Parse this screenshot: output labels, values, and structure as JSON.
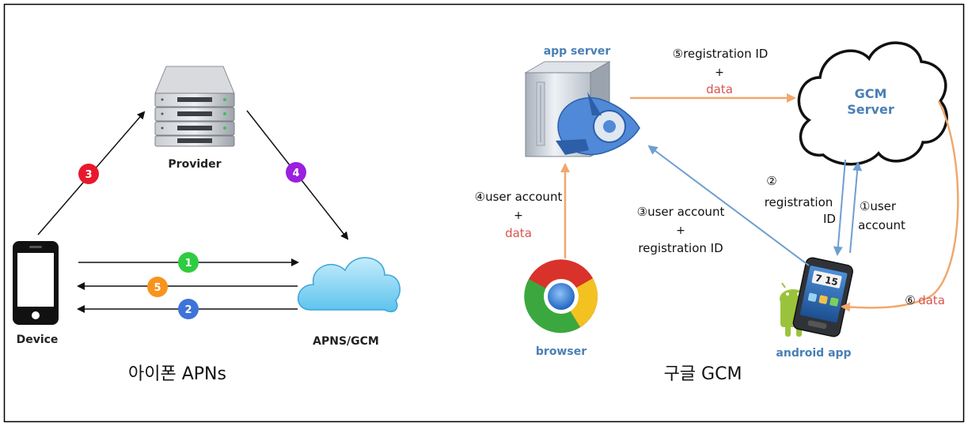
{
  "colors": {
    "frame": "#000000",
    "label_blue": "#4a7fb5",
    "data_red": "#d9534f",
    "arrow_orange": "#f0a86e",
    "arrow_blue": "#6f9ed0",
    "badge_red": "#e8192c",
    "badge_purple": "#9b1fe0",
    "badge_green": "#2ecc40",
    "badge_orange": "#f7941d",
    "badge_blue": "#3e73d8"
  },
  "apns": {
    "caption": "아이폰 APNs",
    "provider_label": "Provider",
    "device_label": "Device",
    "cloud_label": "APNS/GCM",
    "badges": {
      "step1": "1",
      "step2": "2",
      "step3": "3",
      "step4": "4",
      "step5": "5"
    }
  },
  "gcm": {
    "caption": "구글 GCM",
    "app_server_label": "app server",
    "server_line1": "GCM",
    "server_line2": "Server",
    "browser_label": "browser",
    "android_label": "android app",
    "phone_clock": "7 15",
    "step5": {
      "line1": "⑤registration ID",
      "plus": "+",
      "data": "data"
    },
    "step4": {
      "line1": "④user account",
      "plus": "+",
      "data": "data"
    },
    "step3": {
      "line1": "③user account",
      "plus": "+",
      "line3": "registration ID"
    },
    "step2": {
      "num": "②",
      "line1": "registration",
      "line2": "ID"
    },
    "step1": {
      "line1": "①user",
      "line2": "account"
    },
    "step6": {
      "num": "⑥",
      "data": "data"
    }
  }
}
